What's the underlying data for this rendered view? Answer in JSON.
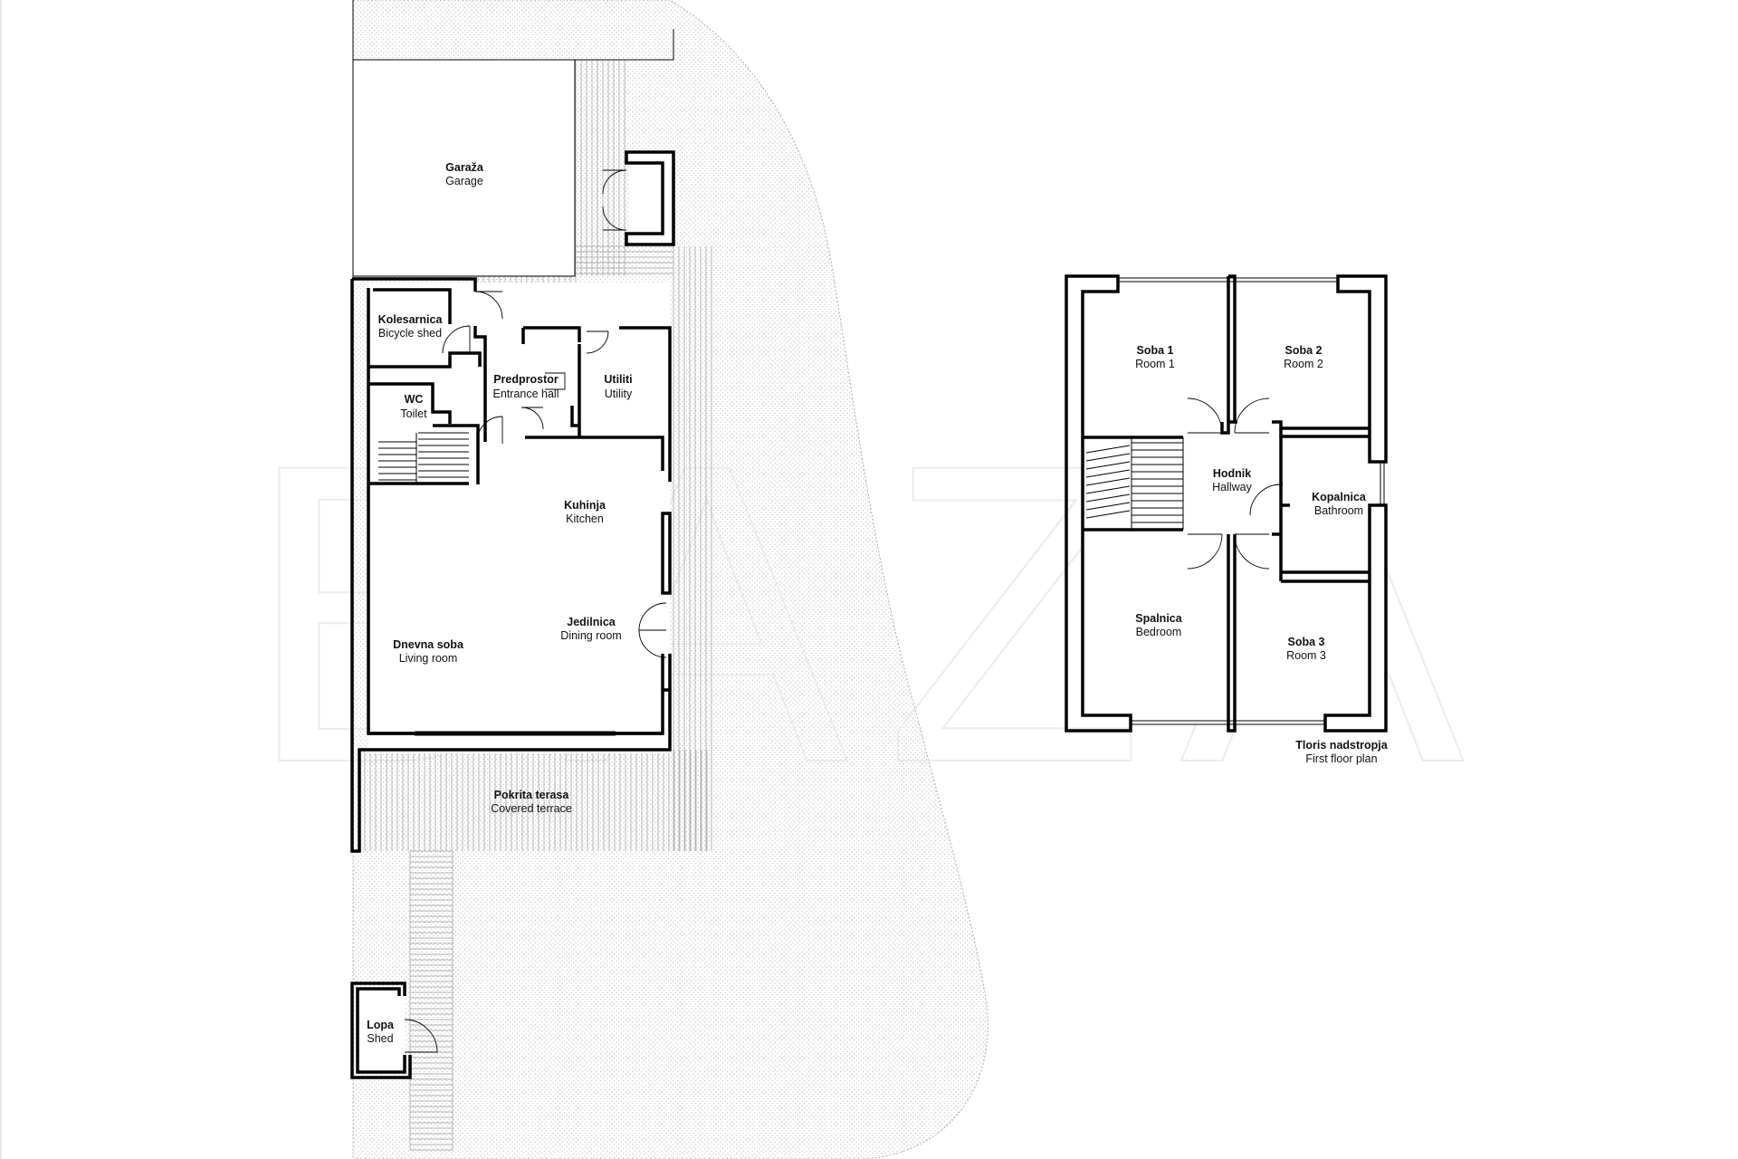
{
  "watermark": "BAZA",
  "ground_floor": {
    "rooms": [
      {
        "id": "garage",
        "name": "Garaža",
        "name_en": "Garage"
      },
      {
        "id": "bicycle-shed",
        "name": "Kolesarnica",
        "name_en": "Bicycle shed"
      },
      {
        "id": "toilet",
        "name": "WC",
        "name_en": "Toilet"
      },
      {
        "id": "entrance-hall",
        "name": "Predprostor",
        "name_en": "Entrance hall"
      },
      {
        "id": "utility",
        "name": "Utiliti",
        "name_en": "Utility"
      },
      {
        "id": "kitchen",
        "name": "Kuhinja",
        "name_en": "Kitchen"
      },
      {
        "id": "dining-room",
        "name": "Jedilnica",
        "name_en": "Dining room"
      },
      {
        "id": "living-room",
        "name": "Dnevna soba",
        "name_en": "Living room"
      },
      {
        "id": "covered-terrace",
        "name": "Pokrita terasa",
        "name_en": "Covered terrace"
      },
      {
        "id": "shed",
        "name": "Lopa",
        "name_en": "Shed"
      }
    ]
  },
  "first_floor": {
    "title": "Tloris nadstropja",
    "title_en": "First floor plan",
    "rooms": [
      {
        "id": "room-1",
        "name": "Soba 1",
        "name_en": "Room 1"
      },
      {
        "id": "room-2",
        "name": "Soba 2",
        "name_en": "Room 2"
      },
      {
        "id": "hallway",
        "name": "Hodnik",
        "name_en": "Hallway"
      },
      {
        "id": "bathroom",
        "name": "Kopalnica",
        "name_en": "Bathroom"
      },
      {
        "id": "bedroom",
        "name": "Spalnica",
        "name_en": "Bedroom"
      },
      {
        "id": "room-3",
        "name": "Soba 3",
        "name_en": "Room 3"
      }
    ]
  }
}
